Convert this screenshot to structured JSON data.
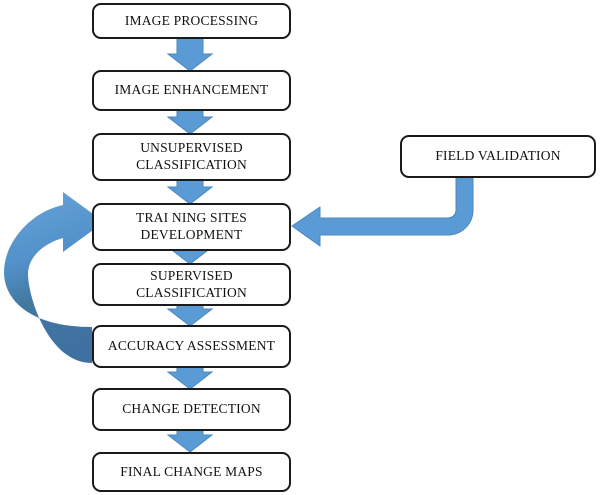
{
  "diagram": {
    "title": "Remote Sensing Image Classification and Change Detection Workflow",
    "colors": {
      "arrow_fill": "#5B9BD5",
      "arrow_stroke": "#4A87BE",
      "feedback_arrow_light": "#62A0D6",
      "feedback_arrow_dark": "#3F72A4",
      "box_border": "#1a1a1a",
      "box_fill": "#FFFFFF",
      "text": "#111111",
      "background": "#FFFFFF"
    },
    "nodes": [
      {
        "id": "image-processing",
        "label": "IMAGE  PROCESSING"
      },
      {
        "id": "image-enhancement",
        "label": "IMAGE ENHANCEMENT"
      },
      {
        "id": "unsupervised-classification",
        "label": "UNSUPERVISED\nCLASSIFICATION"
      },
      {
        "id": "training-sites-development",
        "label": "TRAI NING SITES\nDEVELOPMENT"
      },
      {
        "id": "supervised-classification",
        "label": "SUPERVISED\nCLASSIFICATION"
      },
      {
        "id": "accuracy-assessment",
        "label": "ACCURACY ASSESSMENT"
      },
      {
        "id": "change-detection",
        "label": "CHANGE DETECTION"
      },
      {
        "id": "final-change-maps",
        "label": "FINAL CHANGE MAPS"
      },
      {
        "id": "field-validation",
        "label": "FIELD VALIDATION"
      }
    ],
    "connectors": [
      {
        "id": "arrow-processing-to-enhancement",
        "from": "image-processing",
        "to": "image-enhancement",
        "style": "straight-down"
      },
      {
        "id": "arrow-enhancement-to-unsupervised",
        "from": "image-enhancement",
        "to": "unsupervised-classification",
        "style": "straight-down"
      },
      {
        "id": "arrow-unsupervised-to-training",
        "from": "unsupervised-classification",
        "to": "training-sites-development",
        "style": "straight-down"
      },
      {
        "id": "arrow-training-to-supervised",
        "from": "training-sites-development",
        "to": "supervised-classification",
        "style": "straight-down"
      },
      {
        "id": "arrow-supervised-to-accuracy",
        "from": "supervised-classification",
        "to": "accuracy-assessment",
        "style": "straight-down"
      },
      {
        "id": "arrow-accuracy-to-change-detection",
        "from": "accuracy-assessment",
        "to": "change-detection",
        "style": "straight-down"
      },
      {
        "id": "arrow-change-detection-to-final-maps",
        "from": "change-detection",
        "to": "final-change-maps",
        "style": "straight-down"
      },
      {
        "id": "arrow-field-validation-to-training",
        "from": "field-validation",
        "to": "training-sites-development",
        "style": "elbow-left"
      },
      {
        "id": "arrow-accuracy-to-training-feedback",
        "from": "accuracy-assessment",
        "to": "training-sites-development",
        "style": "curved-feedback-loop"
      }
    ]
  }
}
